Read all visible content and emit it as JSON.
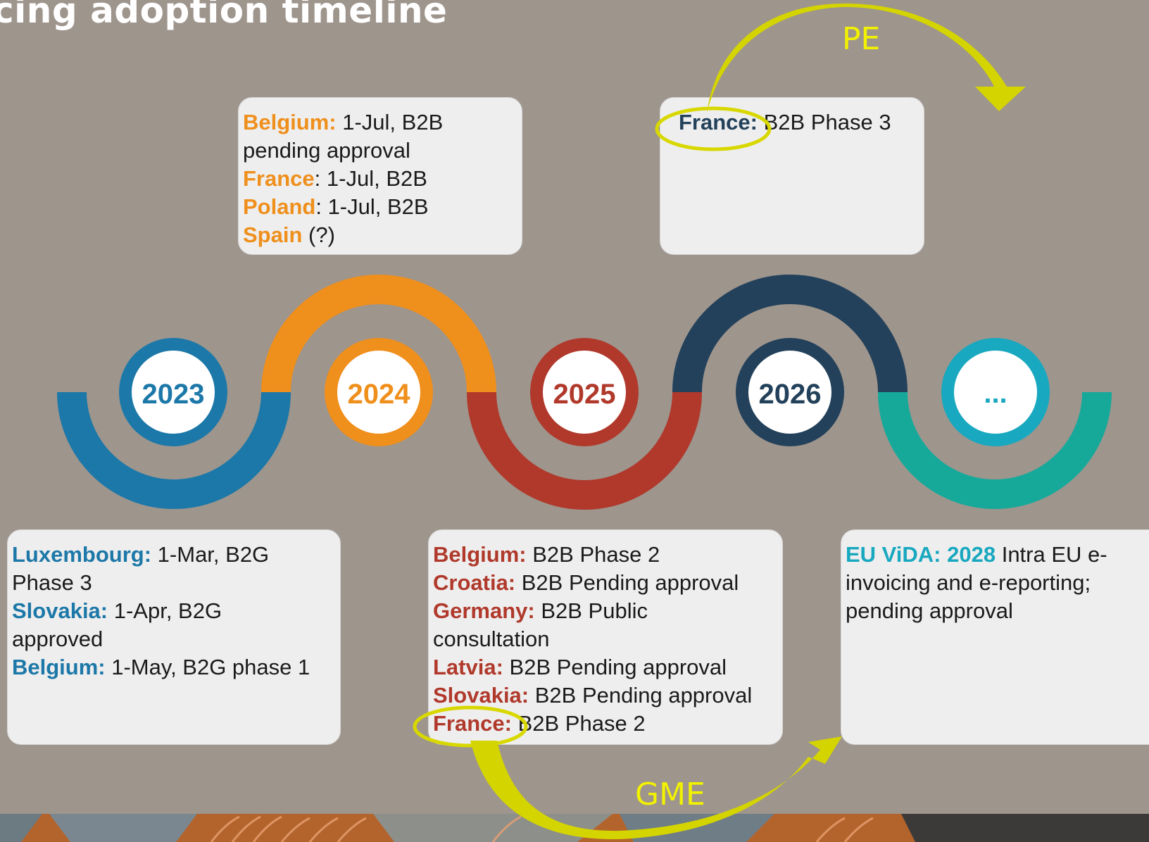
{
  "title": "cing adoption timeline",
  "years": [
    "2023",
    "2024",
    "2025",
    "2026",
    "..."
  ],
  "colors": {
    "blue": "#1c78a8",
    "orange": "#ef8f1c",
    "red": "#b0392b",
    "navy": "#23415a",
    "teal": "#16a99a",
    "annotation": "#e0e000"
  },
  "cards": {
    "y2024": [
      {
        "country": "Belgium:",
        "text": " 1-Jul, B2B"
      },
      {
        "country": "",
        "text": "pending approval"
      },
      {
        "country": "France",
        "text": ": 1-Jul, B2B"
      },
      {
        "country": "Poland",
        "text": ": 1-Jul, B2B"
      },
      {
        "country": "Spain",
        "text": " (?)"
      }
    ],
    "y2026": [
      {
        "country": "France:",
        "text": " B2B Phase 3"
      }
    ],
    "y2023": [
      {
        "country": "Luxembourg:",
        "text": " 1-Mar, B2G"
      },
      {
        "country": "",
        "text": "Phase 3"
      },
      {
        "country": "Slovakia:",
        "text": " 1-Apr, B2G"
      },
      {
        "country": "",
        "text": "approved"
      },
      {
        "country": "Belgium:",
        "text": " 1-May, B2G phase 1"
      }
    ],
    "y2025": [
      {
        "country": "Belgium:",
        "text": " B2B Phase 2"
      },
      {
        "country": "Croatia:",
        "text": " B2B Pending approval"
      },
      {
        "country": "Germany:",
        "text": " B2B Public"
      },
      {
        "country": "",
        "text": "consultation"
      },
      {
        "country": "Latvia:",
        "text": " B2B Pending approval"
      },
      {
        "country": "Slovakia:",
        "text": " B2B Pending approval"
      },
      {
        "country": "France:",
        "text": " B2B Phase 2"
      }
    ],
    "future": [
      {
        "country": "EU ViDA: 2028",
        "text": " Intra EU e-"
      },
      {
        "country": "",
        "text": "invoicing and e-reporting;"
      },
      {
        "country": "",
        "text": "pending approval"
      }
    ]
  },
  "annotations": {
    "pe": "PE",
    "gme": "GME"
  }
}
